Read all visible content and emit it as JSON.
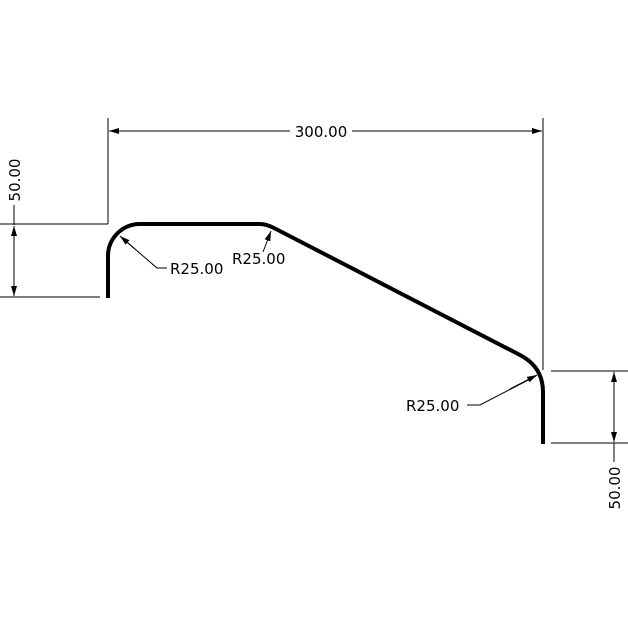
{
  "drawing": {
    "type": "sheet-metal profile",
    "colors": {
      "profile": "#000000",
      "dimension": "#000000",
      "background": "#ffffff"
    },
    "dimensions": {
      "overall_width": {
        "label": "300.00",
        "value": 300.0
      },
      "left_flange_height": {
        "label": "50.00",
        "value": 50.0
      },
      "right_flange_height": {
        "label": "50.00",
        "value": 50.0
      }
    },
    "radii": [
      {
        "id": "top-left-bend",
        "label": "R25.00",
        "value": 25.0
      },
      {
        "id": "top-right-bend",
        "label": "R25.00",
        "value": 25.0
      },
      {
        "id": "bottom-right-bend",
        "label": "R25.00",
        "value": 25.0
      }
    ]
  }
}
